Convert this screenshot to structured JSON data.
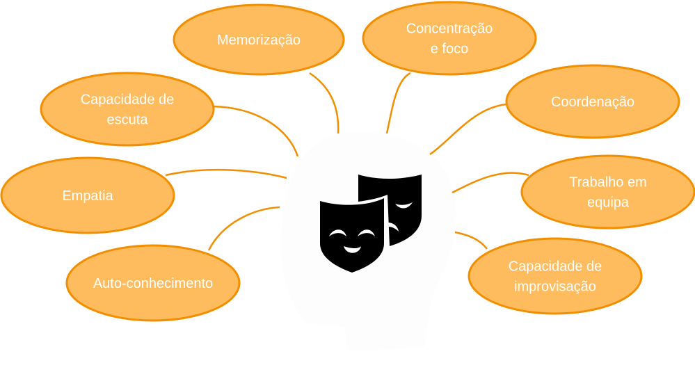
{
  "center": {
    "icon": "theater-masks-icon"
  },
  "nodes": [
    {
      "id": "memorizacao",
      "lines": [
        "Memorização"
      ]
    },
    {
      "id": "concentracao",
      "lines": [
        "Concentração",
        "e foco"
      ]
    },
    {
      "id": "escuta",
      "lines": [
        "Capacidade de",
        "escuta"
      ]
    },
    {
      "id": "coordenacao",
      "lines": [
        "Coordenação"
      ]
    },
    {
      "id": "empatia",
      "lines": [
        "Empatia"
      ]
    },
    {
      "id": "trabalho",
      "lines": [
        "Trabalho em",
        "equipa"
      ]
    },
    {
      "id": "autoconhecimento",
      "lines": [
        "Auto-conhecimento"
      ]
    },
    {
      "id": "improvisacao",
      "lines": [
        "Capacidade de",
        "improvisação"
      ]
    }
  ],
  "colors": {
    "fill": "#FFBC5E",
    "stroke": "#F28E00",
    "text": "#FFFFFF"
  }
}
